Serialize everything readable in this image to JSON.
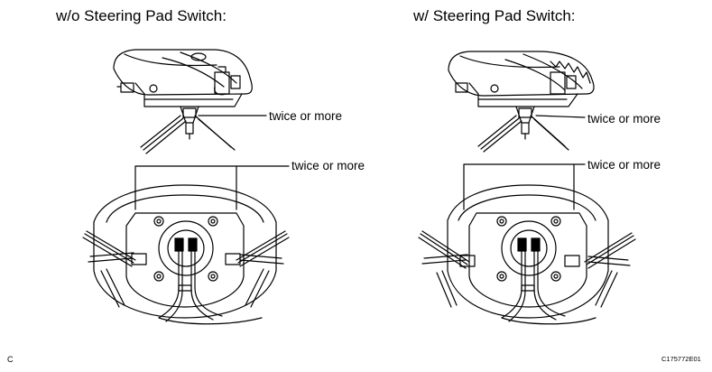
{
  "left_panel": {
    "title": "w/o Steering Pad Switch:",
    "callout_top": "twice or more",
    "callout_bottom": "twice or more"
  },
  "right_panel": {
    "title": "w/ Steering Pad Switch:",
    "callout_top": "twice or more",
    "callout_bottom": "twice or more"
  },
  "footer": {
    "left_mark": "C",
    "figure_code": "C175772E01"
  }
}
